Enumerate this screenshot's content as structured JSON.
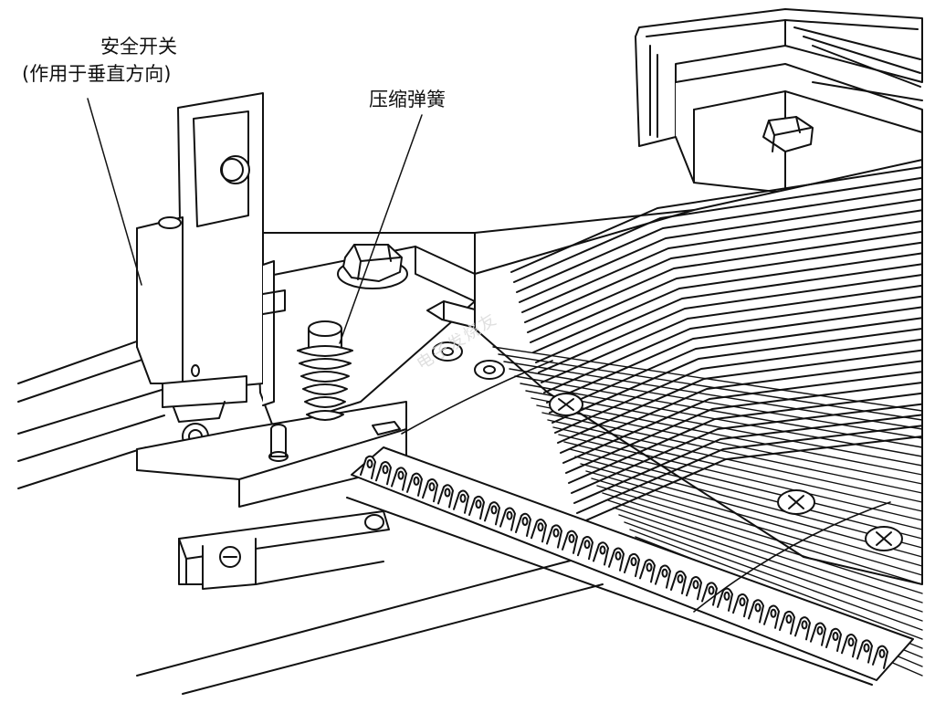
{
  "labels": {
    "safety_switch": "安全开关",
    "safety_switch_note": "(作用于垂直方向)",
    "compression_spring": "压缩弹簧"
  },
  "watermark": "电子发烧友",
  "colors": {
    "ink": "#111111",
    "paper": "#ffffff"
  }
}
